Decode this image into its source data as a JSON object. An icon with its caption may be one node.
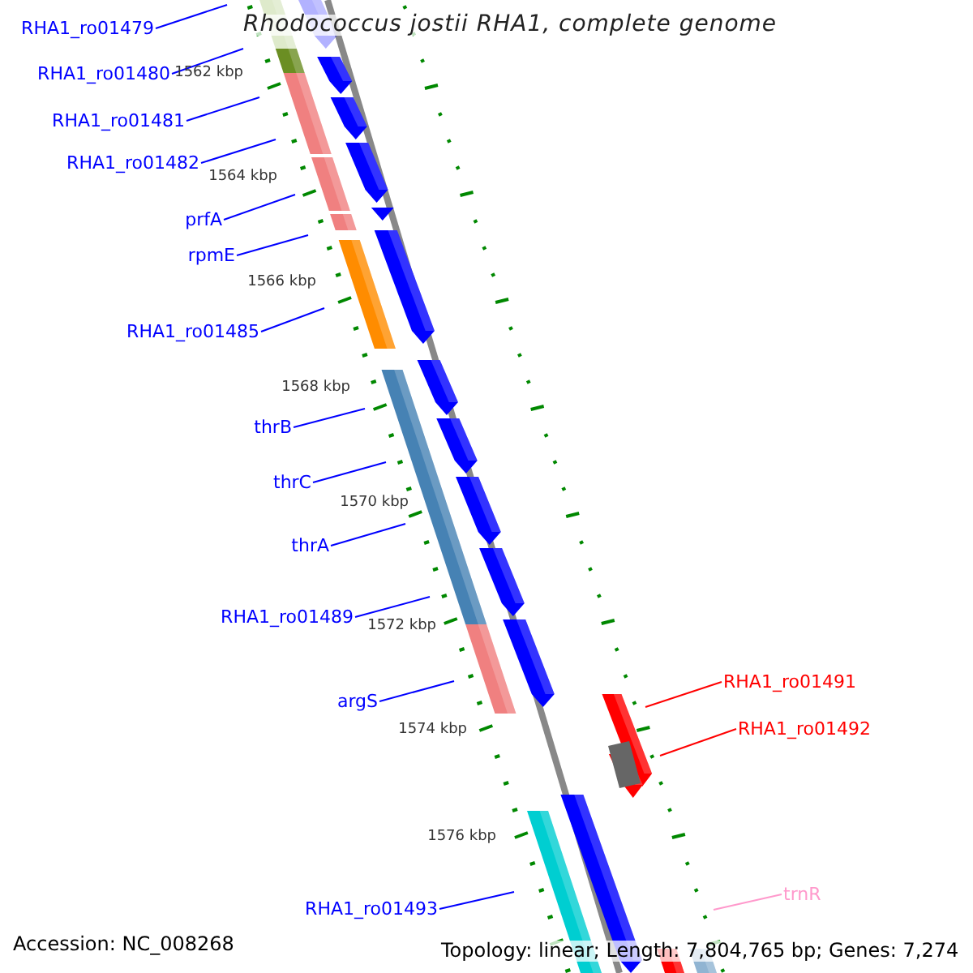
{
  "diagram": {
    "title": "Rhodococcus jostii RHA1, complete genome",
    "nodes": [
      {
        "text": [
          "RHA1_ro01479"
        ]
      },
      {
        "text": [
          "RHA1_ro01480"
        ]
      },
      {
        "text": [
          "RHA1_ro01481"
        ]
      },
      {
        "text": [
          "RHA1_ro01482"
        ]
      },
      {
        "text": [
          "prfA"
        ]
      },
      {
        "text": [
          "rpmE"
        ]
      },
      {
        "text": [
          "RHA1_ro01485"
        ]
      },
      {
        "text": [
          "thrB"
        ]
      },
      {
        "text": [
          "thrC"
        ]
      },
      {
        "text": [
          "thrA"
        ]
      },
      {
        "text": [
          "RHA1_ro01489"
        ]
      },
      {
        "text": [
          "argS"
        ]
      },
      {
        "text": [
          "RHA1_ro01493"
        ]
      },
      {
        "text": [
          "RHA1_ro01491"
        ]
      },
      {
        "text": [
          "RHA1_ro01492"
        ]
      },
      {
        "text": [
          "trnR"
        ]
      }
    ],
    "edges": [
      {
        "from": 0,
        "to": null,
        "arrow": "none"
      },
      {
        "from": 1,
        "to": null,
        "arrow": "none"
      },
      {
        "from": 2,
        "to": null,
        "arrow": "none"
      },
      {
        "from": 3,
        "to": null,
        "arrow": "none"
      },
      {
        "from": 4,
        "to": null,
        "arrow": "none"
      },
      {
        "from": 5,
        "to": null,
        "arrow": "none"
      },
      {
        "from": 6,
        "to": null,
        "arrow": "none"
      },
      {
        "from": 7,
        "to": null,
        "arrow": "none"
      },
      {
        "from": 8,
        "to": null,
        "arrow": "none"
      },
      {
        "from": 9,
        "to": null,
        "arrow": "none"
      },
      {
        "from": 10,
        "to": null,
        "arrow": "none"
      },
      {
        "from": 11,
        "to": null,
        "arrow": "none"
      },
      {
        "from": 12,
        "to": null,
        "arrow": "none"
      },
      {
        "from": 13,
        "to": null,
        "arrow": "none",
        "color": "#ff0000"
      },
      {
        "from": 14,
        "to": null,
        "arrow": "none",
        "color": "#ff0000"
      },
      {
        "from": 15,
        "to": null,
        "arrow": "none",
        "color": "#ff99cc"
      }
    ],
    "labels": [
      "1562 kbp",
      "1564 kbp",
      "1566 kbp",
      "1568 kbp",
      "1570 kbp",
      "1572 kbp",
      "1574 kbp",
      "1576 kbp",
      "Accession: NC_008268",
      "Topology: linear; Length: 7,804,765 bp; Genes: 7,274"
    ]
  }
}
